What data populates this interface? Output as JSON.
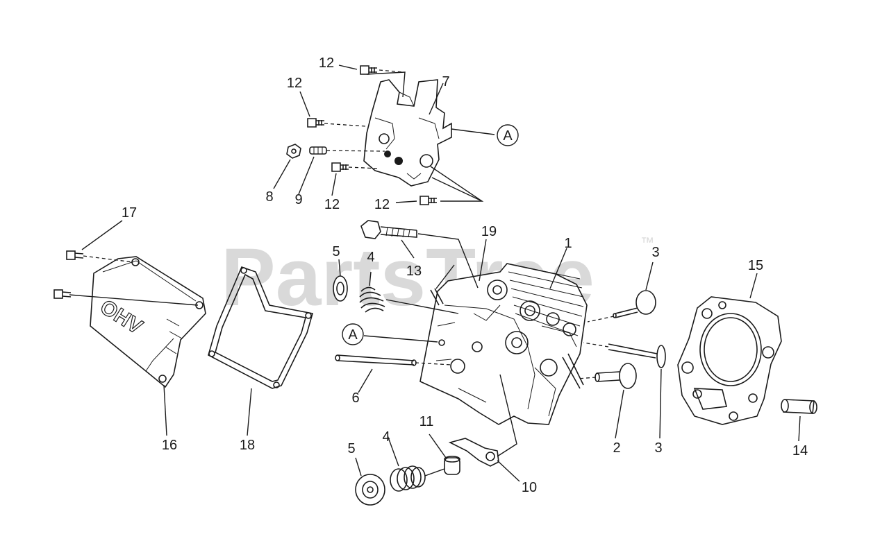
{
  "watermark": {
    "text": "PartsTree",
    "trademark": "™"
  },
  "callouts": {
    "c1": "1",
    "c2": "2",
    "c3a": "3",
    "c3b": "3",
    "c4a": "4",
    "c4b": "4",
    "c5a": "5",
    "c5b": "5",
    "c6": "6",
    "c7": "7",
    "c8": "8",
    "c9": "9",
    "c10": "10",
    "c11": "11",
    "c12a": "12",
    "c12b": "12",
    "c12c": "12",
    "c12d": "12",
    "c13": "13",
    "c14": "14",
    "c15": "15",
    "c16": "16",
    "c17": "17",
    "c18": "18",
    "c19": "19",
    "refA1": "A",
    "refA2": "A"
  },
  "cover_text": "OHV"
}
